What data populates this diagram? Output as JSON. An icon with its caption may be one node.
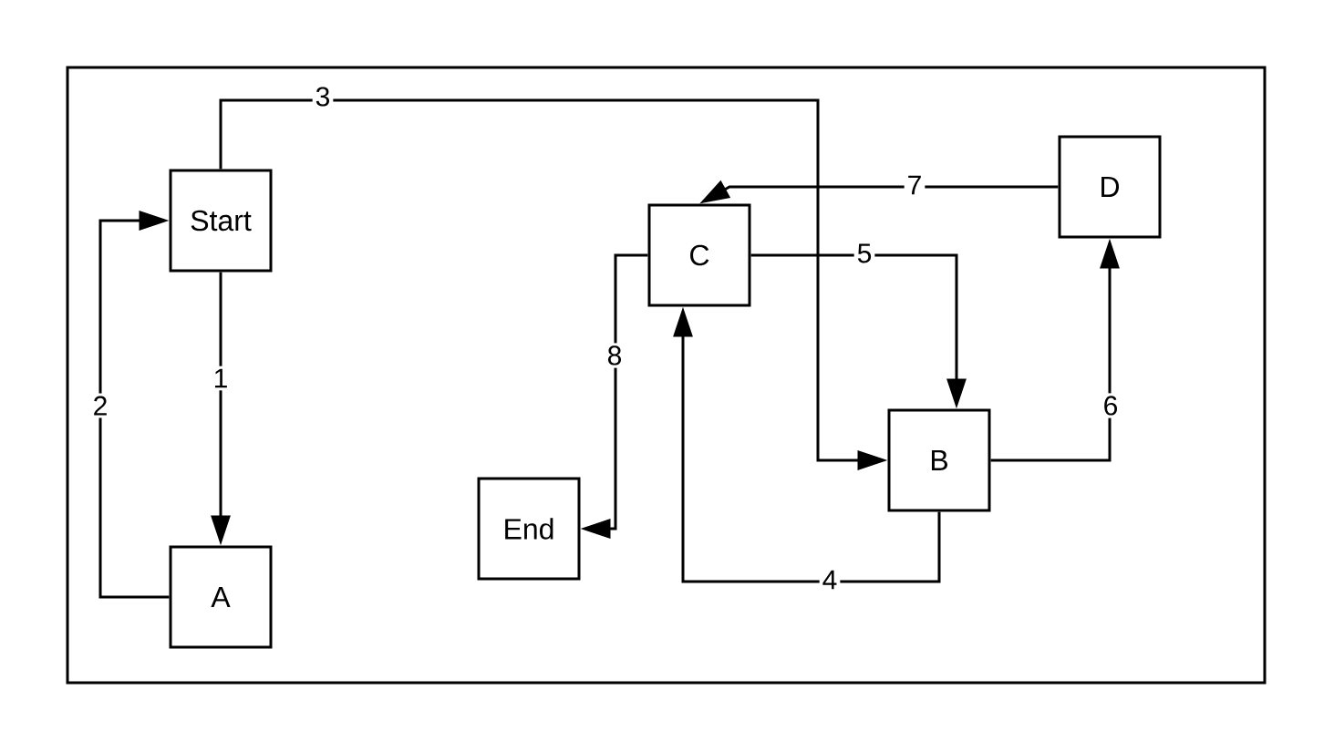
{
  "diagram": {
    "nodes": [
      {
        "text": [
          "Start"
        ]
      },
      {
        "text": [
          "A"
        ]
      },
      {
        "text": [
          "B"
        ]
      },
      {
        "text": [
          "C"
        ]
      },
      {
        "text": [
          "D"
        ]
      },
      {
        "text": [
          "End"
        ]
      }
    ],
    "edges": [
      {
        "from": 0,
        "to": 1,
        "arrow": "to",
        "label": "1"
      },
      {
        "from": 1,
        "to": 0,
        "arrow": "to",
        "label": "2"
      },
      {
        "from": 0,
        "to": 2,
        "arrow": "to",
        "label": "3"
      },
      {
        "from": 2,
        "to": 3,
        "arrow": "to",
        "label": "4"
      },
      {
        "from": 3,
        "to": 2,
        "arrow": "to",
        "label": "5"
      },
      {
        "from": 2,
        "to": 4,
        "arrow": "to",
        "label": "6"
      },
      {
        "from": 4,
        "to": 3,
        "arrow": "to",
        "label": "7"
      },
      {
        "from": 3,
        "to": 5,
        "arrow": "to",
        "label": "8"
      }
    ]
  }
}
